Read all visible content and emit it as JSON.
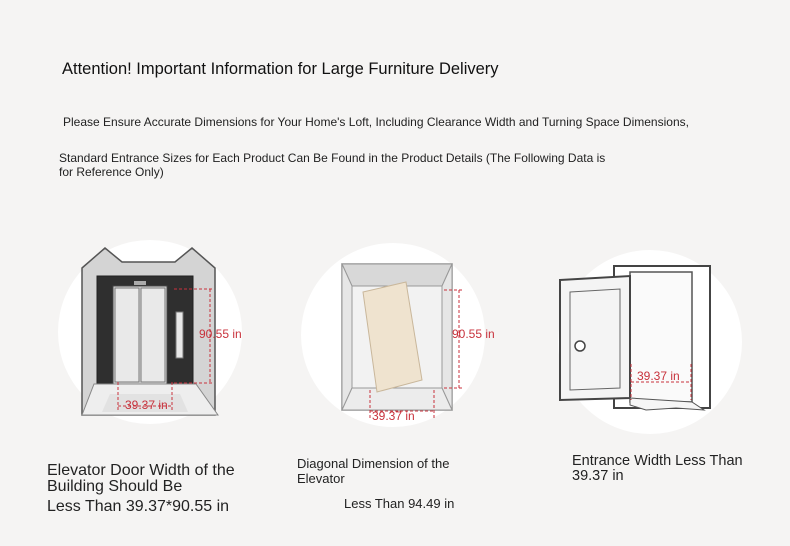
{
  "header": {
    "title": "Attention! Important Information for Large Furniture Delivery",
    "note_clearance": "Please Ensure Accurate Dimensions for Your Home's Loft, Including Clearance Width and Turning Space Dimensions,",
    "note_reference": "Standard Entrance Sizes for Each Product Can Be Found in the Product Details (The Following Data is for Reference Only)"
  },
  "items": [
    {
      "height_label": "90.55 in",
      "width_label": "39.37 in",
      "caption": "Elevator Door Width of the Building Should Be",
      "caption_value": "Less Than 39.37*90.55 in"
    },
    {
      "height_label": "90.55 in",
      "width_label": "39.37 in",
      "caption": "Diagonal Dimension of the Elevator",
      "caption_value": "Less Than 94.49 in"
    },
    {
      "width_label": "39.37 in",
      "caption": "Entrance Width Less Than 39.37 in"
    }
  ],
  "colors": {
    "background": "#f5f4f3",
    "dimension_line": "#c8323c",
    "elevator_frame": "#333333",
    "elevator_door": "#dddddd"
  }
}
